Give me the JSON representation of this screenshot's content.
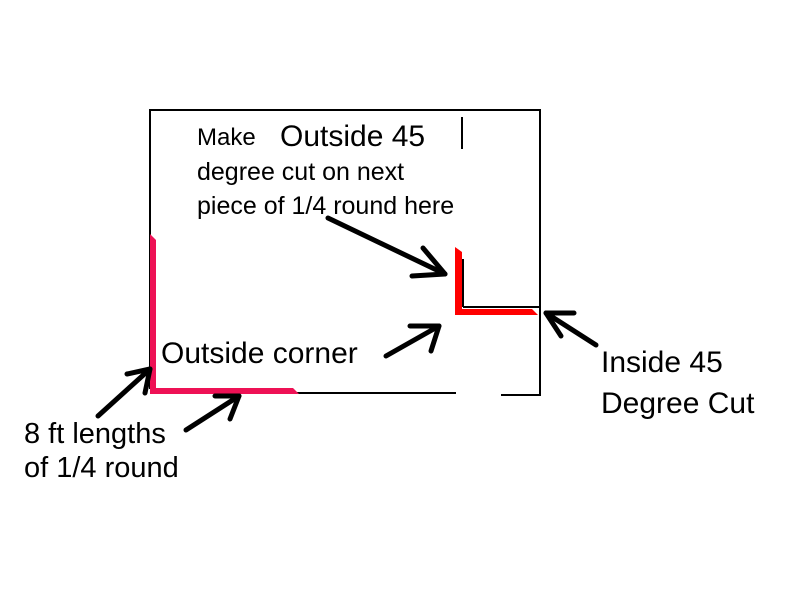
{
  "labels": {
    "outside_cut_small": "Make",
    "outside_cut_big": "Outside 45",
    "outside_cut_line2": "degree cut on next",
    "outside_cut_line3": "piece of 1/4 round here",
    "outside_corner": "Outside corner",
    "inside_cut_line1": "Inside 45",
    "inside_cut_line2": "Degree Cut",
    "lengths_line1": "8 ft lengths",
    "lengths_line2": "of 1/4 round"
  },
  "colors": {
    "wall_outline": "#000000",
    "quarter_round_pink": "#ee1155",
    "quarter_round_red": "#ff0000",
    "arrow": "#000000",
    "background": "#ffffff"
  }
}
